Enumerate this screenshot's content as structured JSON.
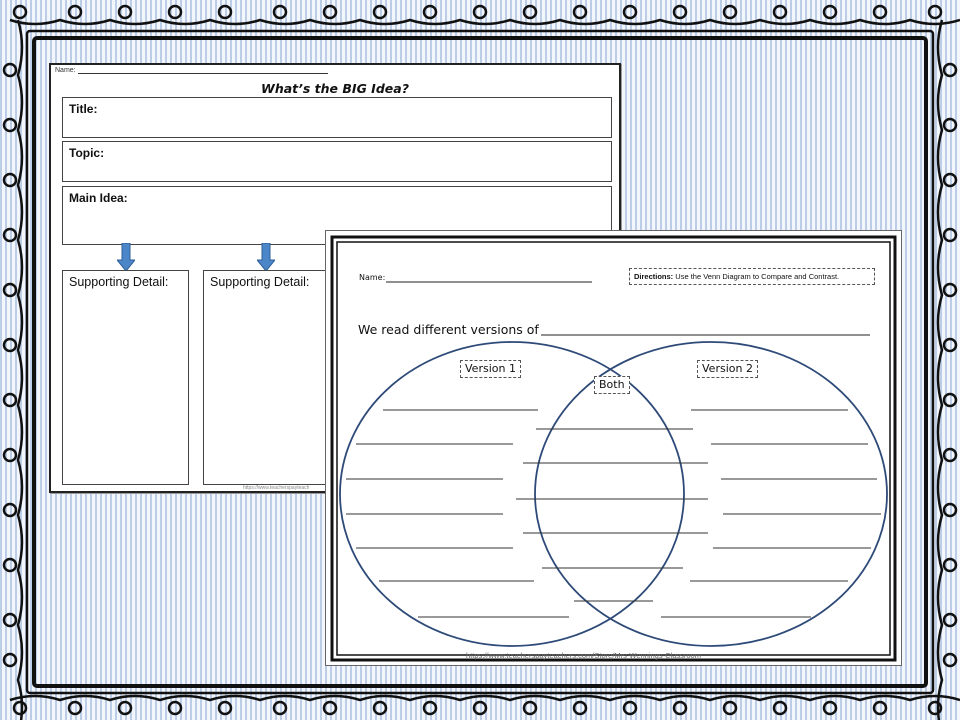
{
  "worksheet_big_idea": {
    "name_label": "Name:",
    "heading": "What’s the BIG Idea?",
    "title_label": "Title:",
    "topic_label": "Topic:",
    "main_idea_label": "Main Idea:",
    "supporting_detail_1": "Supporting Detail:",
    "supporting_detail_2": "Supporting Detail:",
    "footer_url": "https://www.teacherspayteach"
  },
  "worksheet_venn": {
    "name_label": "Name:",
    "directions_label": "Directions:",
    "directions_text": "Use the Venn Diagram to Compare and Contrast.",
    "prompt": "We read different versions of",
    "version_1": "Version 1",
    "version_2": "Version 2",
    "both": "Both",
    "footer_url": "https://www.teacherspayteachers.com/Store/Mrs-Wennings-Classroom",
    "circle_color": "#2e4a78"
  },
  "colors": {
    "background_stripe": "#bccde8",
    "frame": "#111111",
    "arrow": "#4a86c8"
  }
}
